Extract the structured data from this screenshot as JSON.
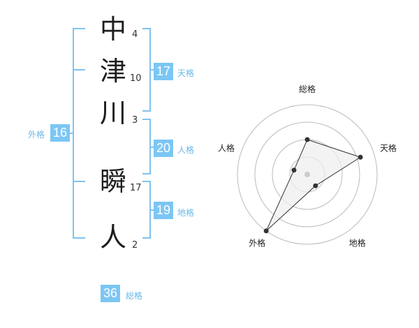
{
  "name": {
    "chars": [
      {
        "char": "中",
        "strokes": "4"
      },
      {
        "char": "津",
        "strokes": "10"
      },
      {
        "char": "川",
        "strokes": "3"
      },
      {
        "char": "瞬",
        "strokes": "17"
      },
      {
        "char": "人",
        "strokes": "2"
      }
    ]
  },
  "fortunes": {
    "tenkaku": {
      "label": "天格",
      "value": "17"
    },
    "jinkaku": {
      "label": "人格",
      "value": "20"
    },
    "chikaku": {
      "label": "地格",
      "value": "19"
    },
    "gaikaku": {
      "label": "外格",
      "value": "16"
    },
    "soukaku": {
      "label": "総格",
      "value": "36"
    }
  },
  "chart_data": {
    "type": "radar",
    "axes": [
      "総格",
      "天格",
      "地格",
      "外格",
      "人格"
    ],
    "values": [
      0.5,
      0.8,
      0.2,
      1.0,
      0.2
    ],
    "rings": 4,
    "colors": {
      "grid": "#bbbbbb",
      "fill": "#eeeeee",
      "line": "#333333",
      "point": "#333333"
    }
  }
}
